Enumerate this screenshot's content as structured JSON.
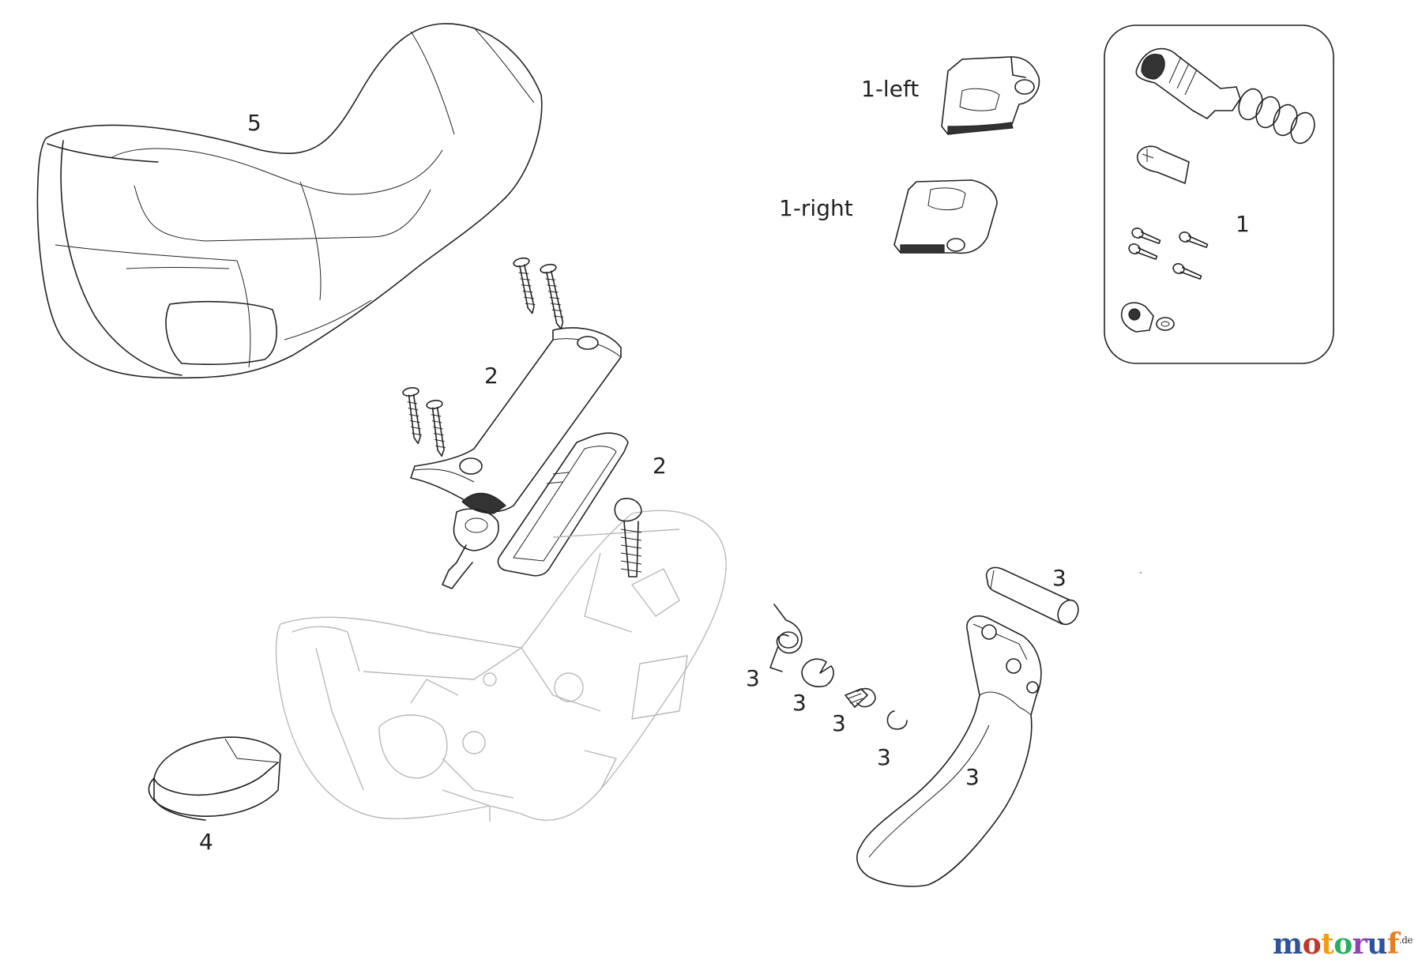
{
  "parts": [
    {
      "id": "brake-hood",
      "label": "5"
    },
    {
      "id": "clamp-bolts-upper",
      "label": "2"
    },
    {
      "id": "bar-clamp",
      "label": "2"
    },
    {
      "id": "reservoir-cap-left",
      "label": "1-left"
    },
    {
      "id": "reservoir-cap-right",
      "label": "1-right"
    },
    {
      "id": "piston-kit",
      "label": "1"
    },
    {
      "id": "lever-spring",
      "label": "3"
    },
    {
      "id": "e-clip",
      "label": "3"
    },
    {
      "id": "reach-adjust-screw",
      "label": "3"
    },
    {
      "id": "c-clip",
      "label": "3"
    },
    {
      "id": "pivot-pin",
      "label": "3"
    },
    {
      "id": "brake-lever-blade",
      "label": "3"
    },
    {
      "id": "handlebar-strap",
      "label": "4"
    }
  ],
  "watermark": {
    "name": "motoruf",
    "suffix": ".de",
    "colors": [
      "#2f5597",
      "#c0392b",
      "#f39c12",
      "#27ae60",
      "#8e44ad",
      "#2f5597",
      "#e67e22"
    ]
  }
}
